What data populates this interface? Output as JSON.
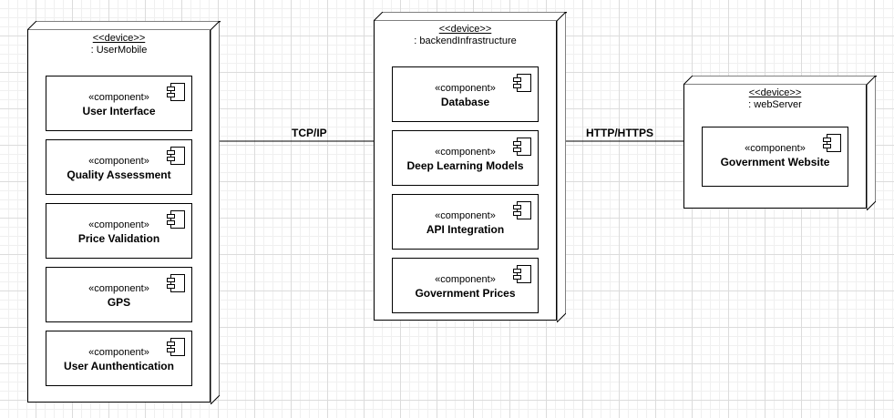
{
  "diagram": {
    "nodes": [
      {
        "stereotype": "<<device>>",
        "name": ": UserMobile",
        "components": [
          {
            "stereotype": "«component»",
            "name": "User Interface"
          },
          {
            "stereotype": "«component»",
            "name": "Quality Assessment"
          },
          {
            "stereotype": "«component»",
            "name": "Price Validation"
          },
          {
            "stereotype": "«component»",
            "name": "GPS"
          },
          {
            "stereotype": "«component»",
            "name": "User Aunthentication"
          }
        ]
      },
      {
        "stereotype": "<<device>>",
        "name": ": backendInfrastructure",
        "components": [
          {
            "stereotype": "«component»",
            "name": "Database"
          },
          {
            "stereotype": "«component»",
            "name": "Deep Learning Models"
          },
          {
            "stereotype": "«component»",
            "name": "API Integration"
          },
          {
            "stereotype": "«component»",
            "name": "Government Prices"
          }
        ]
      },
      {
        "stereotype": "<<device>>",
        "name": ": webServer",
        "components": [
          {
            "stereotype": "«component»",
            "name": "Government Website"
          }
        ]
      }
    ],
    "connections": [
      {
        "label": "TCP/IP"
      },
      {
        "label": "HTTP/HTTPS"
      }
    ]
  }
}
